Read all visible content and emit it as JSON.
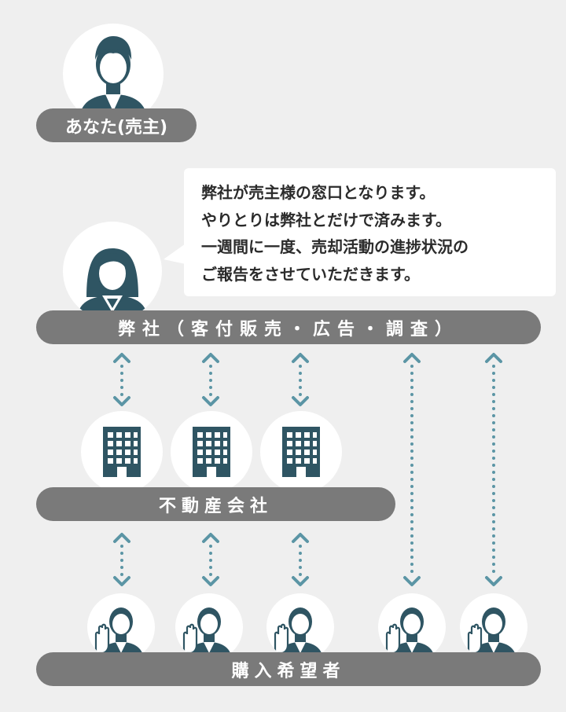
{
  "seller": {
    "label": "あなた(売主)"
  },
  "company": {
    "label": "弊社（客付販売・広告・調査）",
    "message": [
      "弊社が売主様の窓口となります。",
      "やりとりは弊社とだけで済みます。",
      "一週間に一度、売却活動の進捗状況の",
      "ご報告をさせていただきます。"
    ]
  },
  "agencies": {
    "label": "不動産会社"
  },
  "buyers": {
    "label": "購入希望者"
  },
  "colors": {
    "bar": "#7a7a7a",
    "background": "#efefef",
    "icon": "#2f5563",
    "arrow": "#5b95a5"
  },
  "icons": {
    "seller": "man-icon",
    "company": "woman-staff-icon",
    "agency": "office-building-icon",
    "buyer": "raised-hand-man-icon",
    "arrow": "dotted-double-arrow-icon"
  }
}
